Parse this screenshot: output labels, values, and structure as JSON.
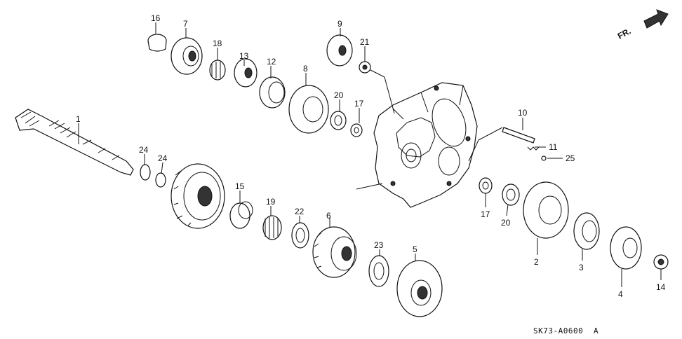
{
  "diagram": {
    "code": "SK73-A0600",
    "revision": "A",
    "direction": "FR.",
    "labels": {
      "p1": "1",
      "p2": "2",
      "p3": "3",
      "p4": "4",
      "p5": "5",
      "p6": "6",
      "p7": "7",
      "p8": "8",
      "p9": "9",
      "p10": "10",
      "p11": "11",
      "p12": "12",
      "p13": "13",
      "p14": "14",
      "p15": "15",
      "p16": "16",
      "p17a": "17",
      "p17b": "17",
      "p18": "18",
      "p19": "19",
      "p20a": "20",
      "p20b": "20",
      "p21": "21",
      "p22": "22",
      "p23": "23",
      "p24a": "24",
      "p24b": "24",
      "p25": "25"
    }
  }
}
